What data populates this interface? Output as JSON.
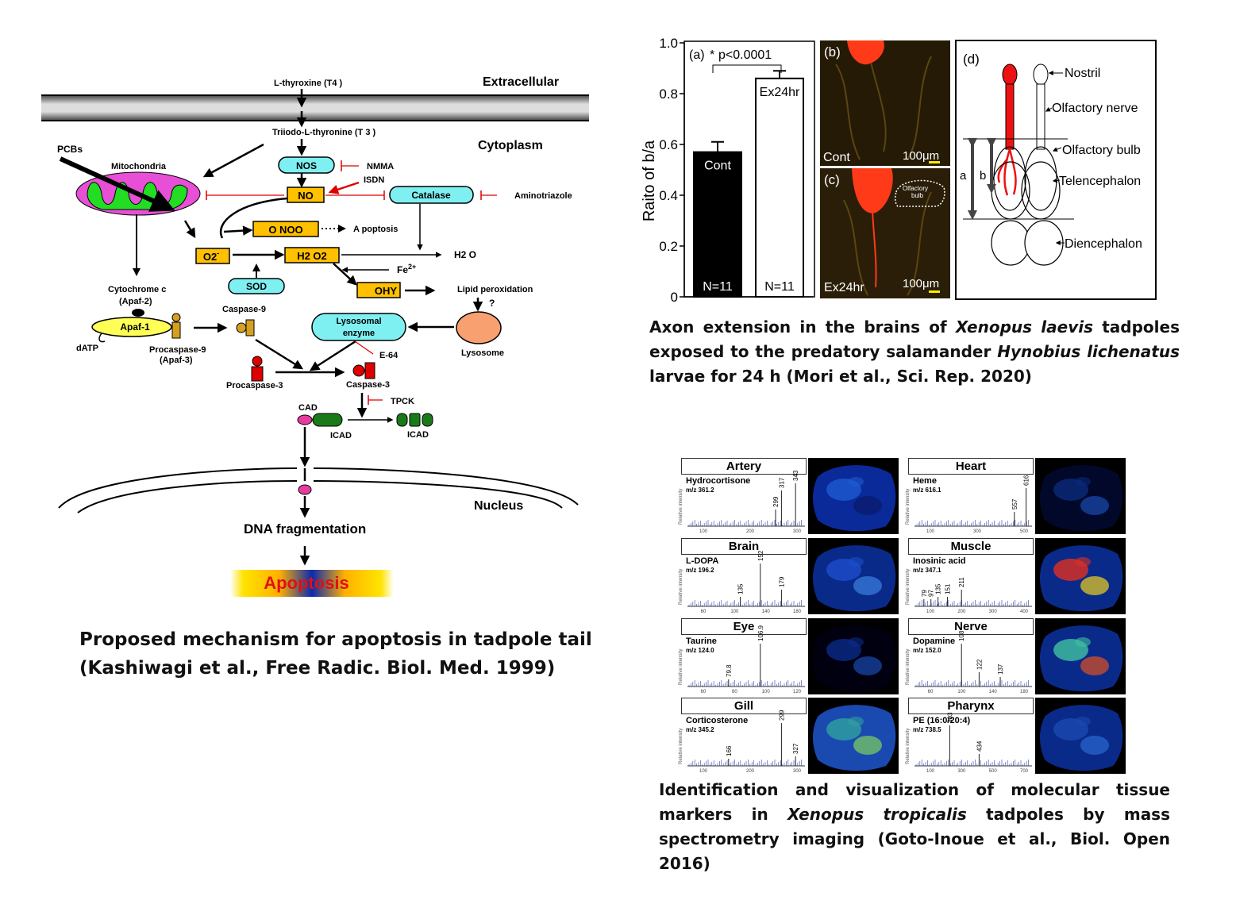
{
  "pathway": {
    "extracellular": "Extracellular",
    "cytoplasm": "Cytoplasm",
    "nucleus": "Nucleus",
    "t4": "L-thyroxine (T4 )",
    "t3": "Triiodo-L-thyronine (T 3 )",
    "pcbs": "PCBs",
    "mitochondria": "Mitochondria",
    "nos": "NOS",
    "nmma": "NMMA",
    "isdn": "ISDN",
    "no": "NO",
    "catalase": "Catalase",
    "aminotriazole": "Aminotriazole",
    "onoo": "O  NOO",
    "apoptosis_small": "A   poptosis",
    "o2": "O2",
    "o2_sup": "-",
    "h2o2": "H2 O2",
    "h2o": "H2 O",
    "fe": "Fe",
    "fe_sup": "2+",
    "sod": "SOD",
    "ohy": "OHY",
    "lipid": "Lipid peroxidation",
    "question": "?",
    "cytochrome": "Cytochrome c",
    "apaf2": "(Apaf-2)",
    "apaf1": "Apaf-1",
    "datp": "dATP",
    "procasp9": "Procaspase-9",
    "apaf3": "(Apaf-3)",
    "casp9": "Caspase-9",
    "lysenz1": "Lysosomal",
    "lysenz2": "enzyme",
    "lysosome": "Lysosome",
    "e64": "E-64",
    "procasp3": "Procaspase-3",
    "casp3": "Caspase-3",
    "tpck": "TPCK",
    "cad": "CAD",
    "icad1": "ICAD",
    "icad2": "ICAD",
    "dnafrag": "DNA fragmentation",
    "apoptosis": "Apoptosis"
  },
  "captions": {
    "left_line1": "Proposed mechanism for apoptosis in tadpole tail",
    "left_line2": "(Kashiwagi et al., Free Radic. Biol. Med. 1999)",
    "mid_a": "Axon extension in the brains of ",
    "mid_b": "Xenopus laevis",
    "mid_c": " tadpoles exposed to the predatory  salamander ",
    "mid_d": "Hynobius lichenatus",
    "mid_e": " larvae for 24 h (Mori et al., Sci. Rep. 2020)",
    "bot_a": "Identification and visualization of molecular tissue markers in ",
    "bot_b": "Xenopus tropicalis",
    "bot_c": " tadpoles by mass spectrometry imaging (Goto-Inoue et al., Biol. Open 2016)"
  },
  "chart_data": {
    "type": "bar",
    "panel_label": "(a)",
    "significance": "p<0.0001",
    "significance_star": "*",
    "ylabel": "Raito of b/a",
    "ylim": [
      0,
      1.0
    ],
    "yticks": [
      "0",
      "0.2",
      "0.4",
      "0.6",
      "0.8",
      "1.0"
    ],
    "categories": [
      "Cont",
      "Ex24hr"
    ],
    "values": [
      0.57,
      0.86
    ],
    "errors": [
      0.04,
      0.03
    ],
    "n_labels": [
      "N=11",
      "N=11"
    ],
    "colors": [
      "#000000",
      "#ffffff"
    ]
  },
  "micro": {
    "b_label": "(b)",
    "b_cond": "Cont",
    "b_scale": "100μm",
    "c_label": "(c)",
    "c_cond": "Ex24hr",
    "c_scale": "100μm",
    "c_bulb1": "Olfactory",
    "c_bulb2": "bulb"
  },
  "schematic": {
    "label": "(d)",
    "nostril": "Nostril",
    "nerve": "Olfactory nerve",
    "bulb": "Olfactory bulb",
    "telencephalon": "Telencephalon",
    "diencephalon": "Diencephalon",
    "a": "a",
    "b": "b"
  },
  "ms": {
    "ylabel": "Relative intensity",
    "panels": [
      {
        "title": "Artery",
        "compound": "Hydrocortisone",
        "mz": "m/z 361.2",
        "peaks": [
          "299",
          "317",
          "343"
        ],
        "xt": [
          "100",
          "200",
          "300"
        ]
      },
      {
        "title": "Heart",
        "compound": "Heme",
        "mz": "m/z 616.1",
        "peaks": [
          "557",
          "616"
        ],
        "xt": [
          "100",
          "300",
          "500"
        ]
      },
      {
        "title": "Brain",
        "compound": "L-DOPA",
        "mz": "m/z 196.2",
        "peaks": [
          "135",
          "152",
          "179"
        ],
        "xt": [
          "60",
          "100",
          "140",
          "180"
        ]
      },
      {
        "title": "Muscle",
        "compound": "Inosinic acid",
        "mz": "m/z 347.1",
        "peaks": [
          "79",
          "97",
          "135",
          "151",
          "211"
        ],
        "xt": [
          "100",
          "200",
          "300",
          "400"
        ]
      },
      {
        "title": "Eye",
        "compound": "Taurine",
        "mz": "m/z 124.0",
        "peaks": [
          "79.8",
          "106.9"
        ],
        "xt": [
          "60",
          "80",
          "100",
          "120"
        ]
      },
      {
        "title": "Nerve",
        "compound": "Dopamine",
        "mz": "m/z 152.0",
        "peaks": [
          "108",
          "122",
          "137"
        ],
        "xt": [
          "60",
          "100",
          "140",
          "180"
        ]
      },
      {
        "title": "Gill",
        "compound": "Corticosterone",
        "mz": "m/z 345.2",
        "peaks": [
          "166",
          "299",
          "327"
        ],
        "xt": [
          "100",
          "200",
          "300"
        ]
      },
      {
        "title": "Pharynx",
        "compound": "PE (16:0/20:4)",
        "mz": "m/z 738.5",
        "peaks": [
          "303",
          "434"
        ],
        "xt": [
          "100",
          "300",
          "500",
          "700"
        ]
      }
    ]
  }
}
